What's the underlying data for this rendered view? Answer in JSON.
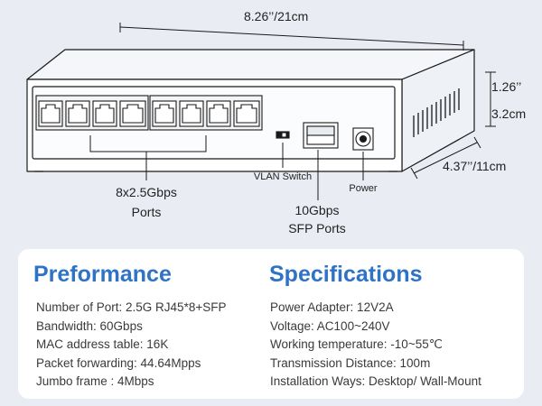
{
  "dimensions": {
    "width": "8.26’’/21cm",
    "height_in": "1.26’’",
    "height_cm": "3.2cm",
    "depth": "4.37’’/11cm"
  },
  "callouts": {
    "ports_count": "8x2.5Gbps",
    "ports_word": "Ports",
    "vlan": "VLAN Switch",
    "power": "Power",
    "sfp_speed": "10Gbps",
    "sfp_word": "SFP Ports"
  },
  "performance": {
    "title": "Preformance",
    "items": [
      "Number of Port: 2.5G RJ45*8+SFP",
      "Bandwidth: 60Gbps",
      "MAC address table: 16K",
      "Packet forwarding: 44.64Mpps",
      "Jumbo frame : 4Mbps"
    ]
  },
  "specifications": {
    "title": "Specifications",
    "items": [
      "Power Adapter: 12V2A",
      "Voltage: AC100~240V",
      "Working temperature: -10~55℃",
      "Transmission Distance: 100m",
      "Installation Ways: Desktop/ Wall-Mount"
    ]
  },
  "colors": {
    "accent": "#2f73c6",
    "background": "#e9edf3",
    "line": "#1a1a1a"
  }
}
